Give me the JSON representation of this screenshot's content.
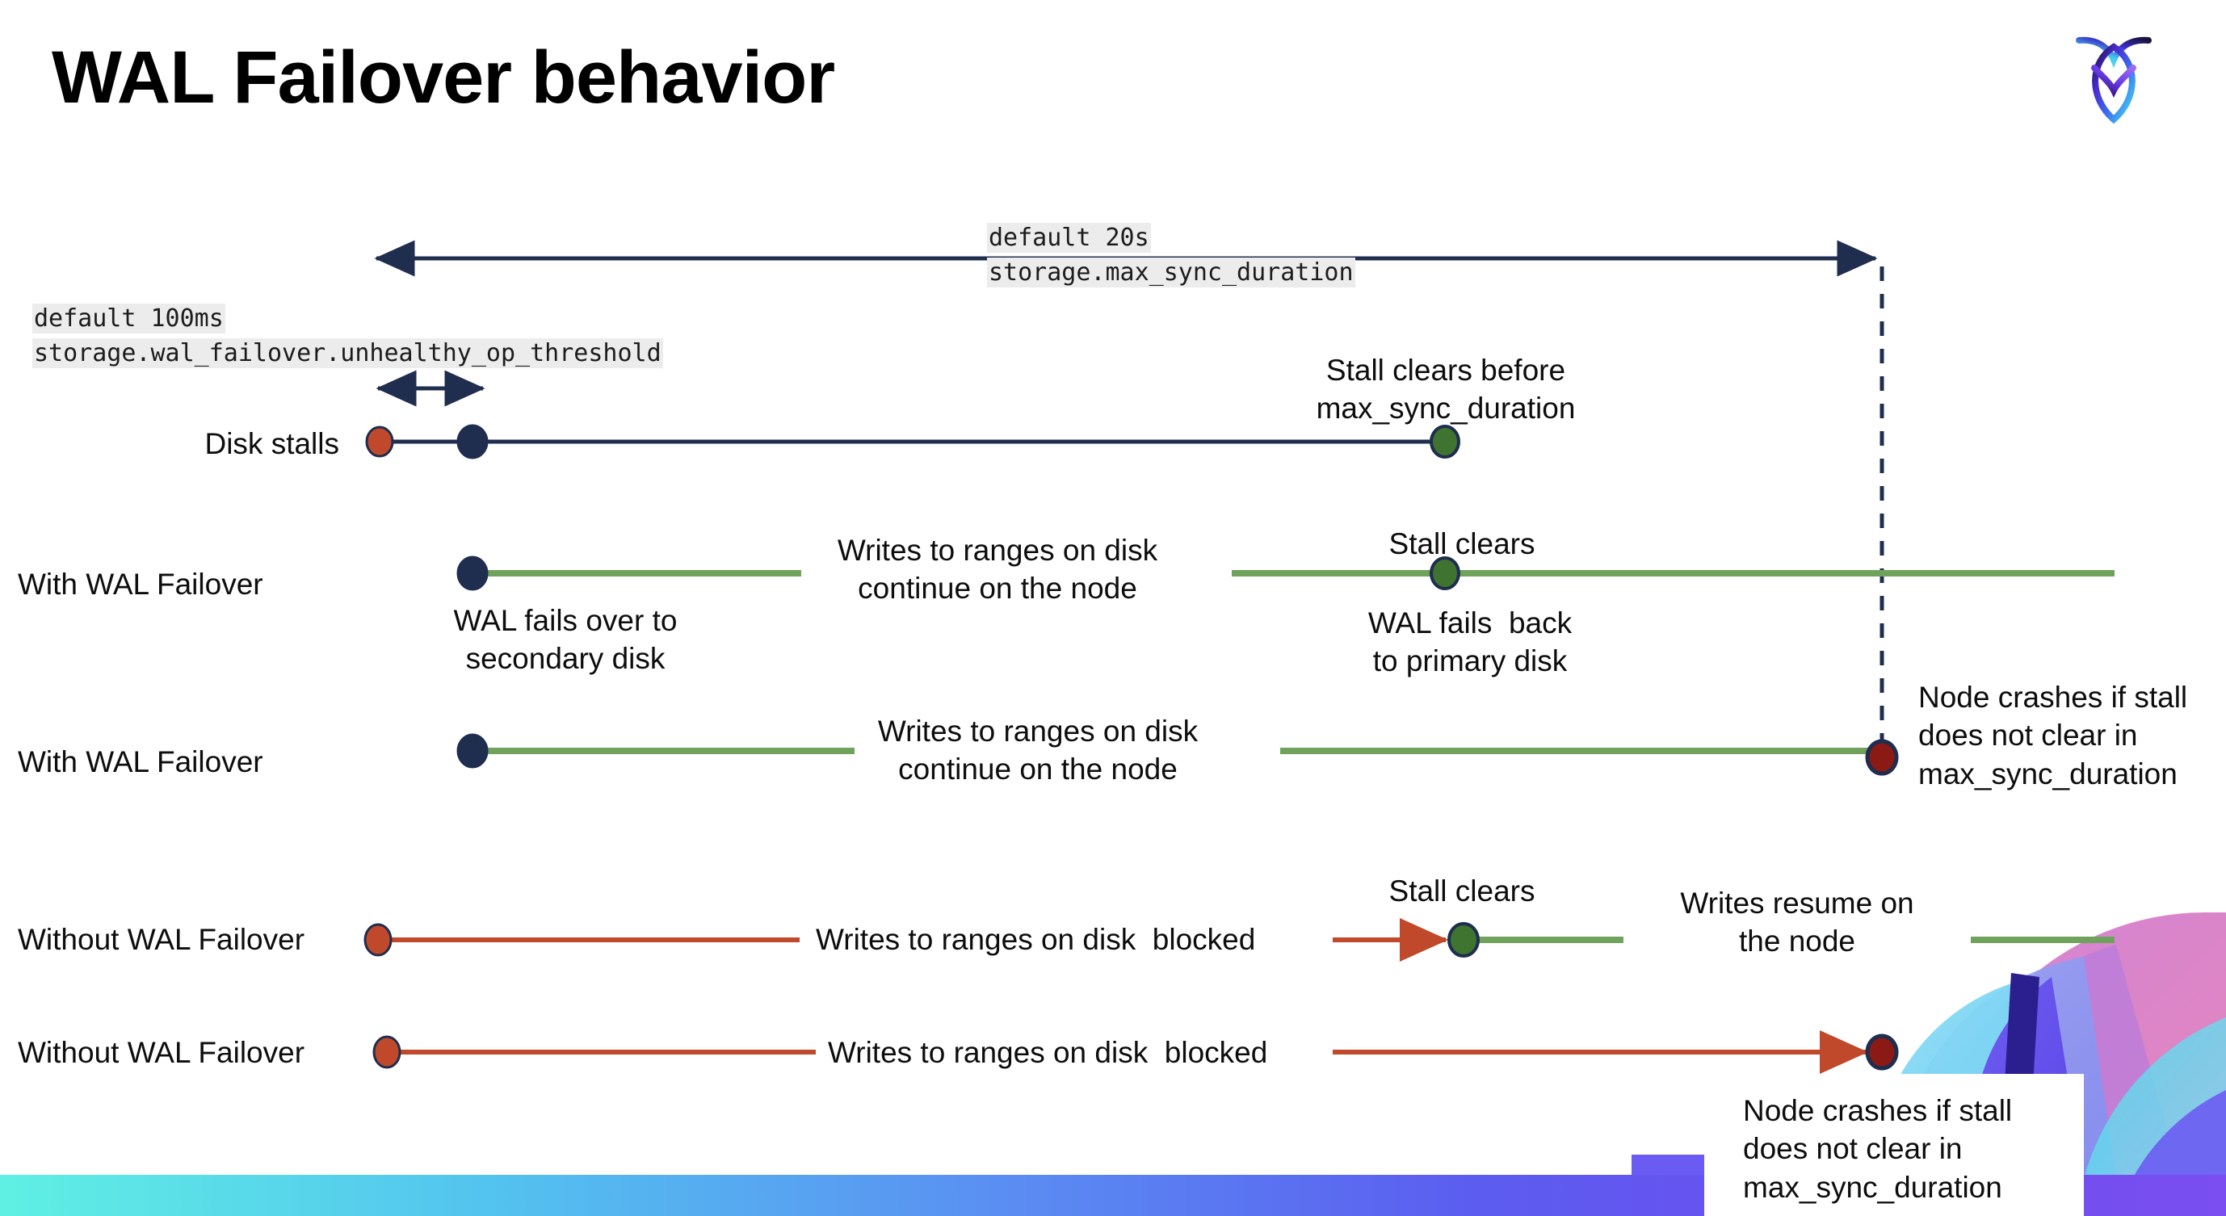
{
  "slide": {
    "title": "WAL Failover behavior",
    "logo_name": "cockroachdb-logo"
  },
  "annotations": {
    "max_sync": {
      "default": "default 20s",
      "setting": "storage.max_sync_duration"
    },
    "unhealthy": {
      "default": "default 100ms",
      "setting": "storage.wal_failover.unhealthy_op_threshold"
    }
  },
  "rows": [
    {
      "id": "disk-stalls",
      "label": "Disk stalls",
      "note_right": "Stall clears before\nmax_sync_duration"
    },
    {
      "id": "with-wal-failover-1",
      "label": "With WAL Failover",
      "note_below_start": "WAL fails over to\nsecondary disk",
      "note_middle": "Writes to ranges on disk\ncontinue on the node",
      "note_above_clear": "Stall clears",
      "note_below_clear": "WAL fails  back\nto primary disk"
    },
    {
      "id": "with-wal-failover-2",
      "label": "With WAL Failover",
      "note_middle": "Writes to ranges on disk\ncontinue on the node",
      "note_right": "Node crashes if stall\ndoes not clear in\nmax_sync_duration"
    },
    {
      "id": "without-wal-failover-1",
      "label": "Without WAL Failover",
      "note_middle": "Writes to ranges on disk  blocked",
      "note_above_clear": "Stall clears",
      "note_right": "Writes resume on\nthe node"
    },
    {
      "id": "without-wal-failover-2",
      "label": "Without WAL Failover",
      "note_middle": "Writes to ranges on disk  blocked",
      "note_right": "Node crashes if stall\ndoes not clear in\nmax_sync_duration"
    }
  ],
  "colors": {
    "navy": "#1f2d4e",
    "orange": "#c0492c",
    "green_line": "#6fa35c",
    "green_dot": "#3f7430",
    "dark_red": "#8b1a14",
    "chip_bg": "#ececec",
    "text": "#0d0d0d"
  },
  "markers": {
    "stall_start_icon": "orange-dot",
    "failover_icon": "navy-dot",
    "stall_clear_icon": "green-dot",
    "node_crash_icon": "dark-red-dot"
  }
}
